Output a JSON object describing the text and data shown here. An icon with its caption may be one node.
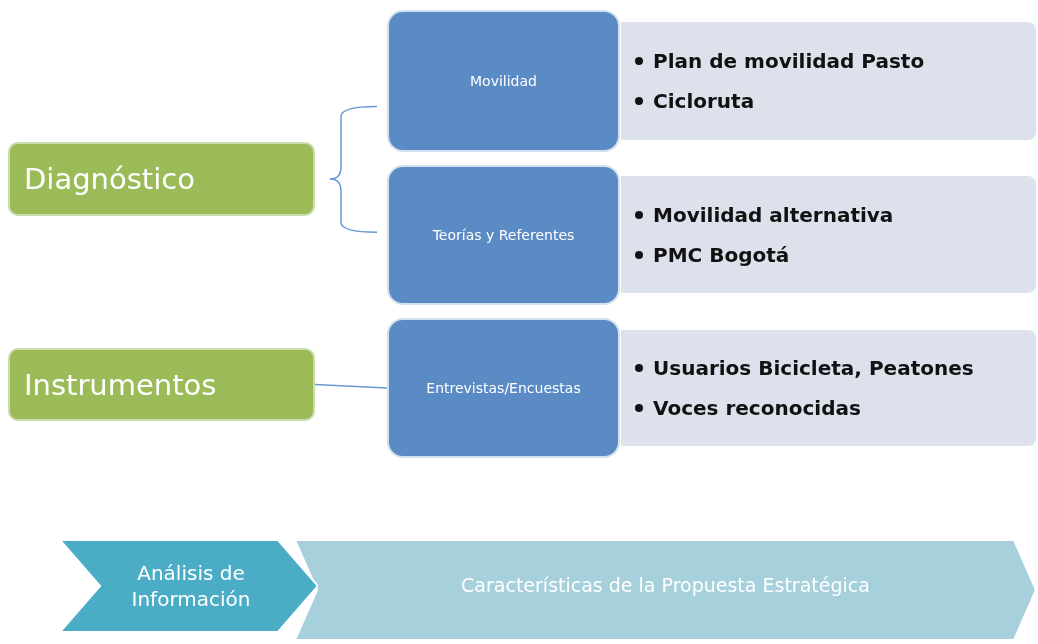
{
  "diagram": {
    "nodes": [
      {
        "text": [
          "Diagnóstico"
        ]
      },
      {
        "text": [
          "Movilidad"
        ]
      },
      {
        "text": [
          "Plan de movilidad Pasto",
          "Cicloruta"
        ]
      },
      {
        "text": [
          "Teorías y Referentes"
        ]
      },
      {
        "text": [
          "Movilidad alternativa",
          "PMC Bogotá"
        ]
      },
      {
        "text": [
          "Instrumentos"
        ]
      },
      {
        "text": [
          "Entrevistas/Encuestas"
        ]
      },
      {
        "text": [
          "Usuarios Bicicleta, Peatones",
          "Voces reconocidas"
        ]
      },
      {
        "text": [
          "Análisis de Información"
        ]
      },
      {
        "text": [
          "Características de la Propuesta Estratégica"
        ]
      }
    ],
    "edges": [
      {
        "from": 0,
        "to": 1,
        "arrow": "none"
      },
      {
        "from": 0,
        "to": 3,
        "arrow": "none"
      },
      {
        "from": 5,
        "to": 6,
        "arrow": "none"
      }
    ]
  }
}
